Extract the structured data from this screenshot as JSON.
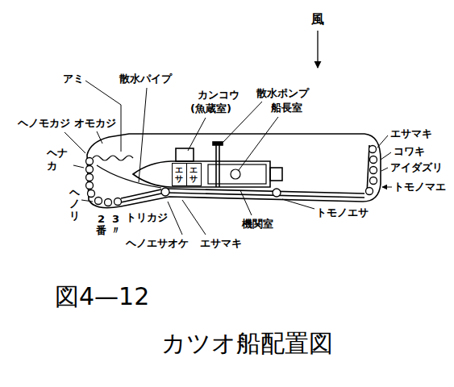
{
  "diagram": {
    "caption": "カツオ船配置図",
    "nodes": [
      {
        "text": [
          "エサ"
        ]
      },
      {
        "text": [
          "エサ"
        ]
      }
    ],
    "labels": [
      "風",
      "アミ",
      "散水パイプ",
      "カンコウ",
      "(魚蔵室)",
      "散水ポンプ",
      "船長室",
      "ヘノモカジ",
      "オモカジ",
      "エサマキ",
      "コワキ",
      "アイダズリ",
      "ヘナカ",
      "トモノマエ",
      "ヘノリ",
      "2番",
      "3〃",
      "トリカジ",
      "トモノエサ",
      "機関室",
      "ヘノエサオケ",
      "エサマキ",
      "図4—12"
    ]
  }
}
